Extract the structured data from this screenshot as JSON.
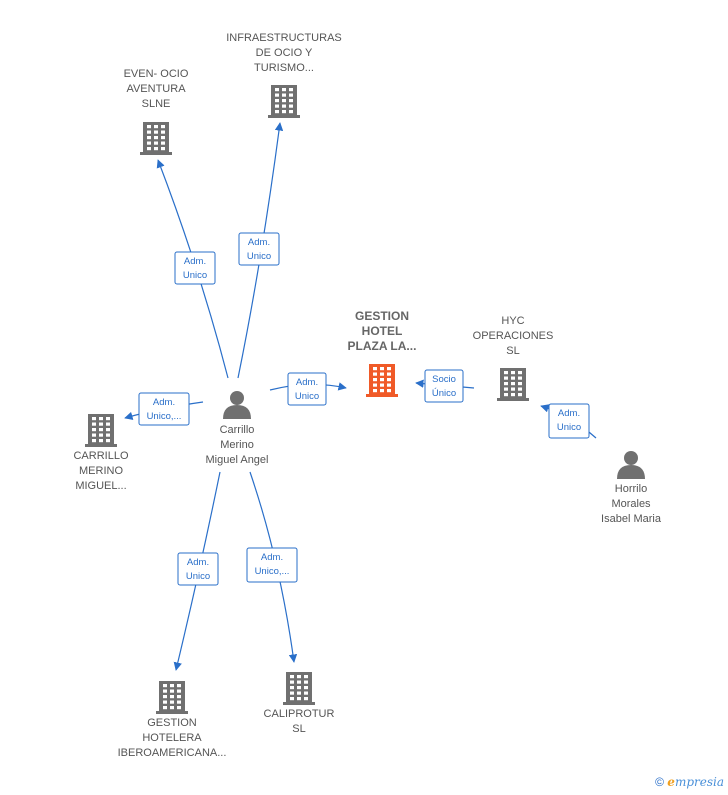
{
  "nodes": [
    {
      "id": "person-carrillo",
      "kind": "person",
      "lines": [
        "Carrillo",
        "Merino",
        "Miguel Angel"
      ]
    },
    {
      "id": "person-horrilo",
      "kind": "person",
      "lines": [
        "Horrilo",
        "Morales",
        "Isabel Maria"
      ]
    },
    {
      "id": "company-even",
      "kind": "company",
      "lines": [
        "EVEN- OCIO",
        "AVENTURA",
        "SLNE"
      ]
    },
    {
      "id": "company-infra",
      "kind": "company",
      "lines": [
        "INFRAESTRUCTURAS",
        "DE OCIO Y",
        "TURISMO..."
      ]
    },
    {
      "id": "company-gestion-hotel",
      "kind": "company-main",
      "lines": [
        "GESTION",
        "HOTEL",
        "PLAZA LA..."
      ]
    },
    {
      "id": "company-hyc",
      "kind": "company",
      "lines": [
        "HYC",
        "OPERACIONES",
        "SL"
      ]
    },
    {
      "id": "company-carrillo",
      "kind": "company",
      "lines": [
        "CARRILLO",
        "MERINO",
        "MIGUEL..."
      ]
    },
    {
      "id": "company-gestion-hotelera",
      "kind": "company",
      "lines": [
        "GESTION",
        "HOTELERA",
        "IBEROAMERICANA..."
      ]
    },
    {
      "id": "company-caliprotur",
      "kind": "company",
      "lines": [
        "CALIPROTUR",
        "SL"
      ]
    }
  ],
  "edges": [
    {
      "from": "person-carrillo",
      "to": "company-even",
      "label": [
        "Adm.",
        "Unico"
      ]
    },
    {
      "from": "person-carrillo",
      "to": "company-infra",
      "label": [
        "Adm.",
        "Unico"
      ]
    },
    {
      "from": "person-carrillo",
      "to": "company-gestion-hotel",
      "label": [
        "Adm.",
        "Unico"
      ]
    },
    {
      "from": "person-carrillo",
      "to": "company-carrillo",
      "label": [
        "Adm.",
        "Unico,..."
      ]
    },
    {
      "from": "person-carrillo",
      "to": "company-gestion-hotelera",
      "label": [
        "Adm.",
        "Unico"
      ]
    },
    {
      "from": "person-carrillo",
      "to": "company-caliprotur",
      "label": [
        "Adm.",
        "Unico,..."
      ]
    },
    {
      "from": "company-hyc",
      "to": "company-gestion-hotel",
      "label": [
        "Socio",
        "Único"
      ]
    },
    {
      "from": "person-horrilo",
      "to": "company-hyc",
      "label": [
        "Adm.",
        "Unico"
      ]
    }
  ],
  "footer": {
    "copyright": "©",
    "brand_initial": "e",
    "brand_rest": "mpresia"
  },
  "colors": {
    "edge": "#2a6fc9",
    "icon": "#707070",
    "icon_main": "#f05a28",
    "label": "#555555"
  }
}
